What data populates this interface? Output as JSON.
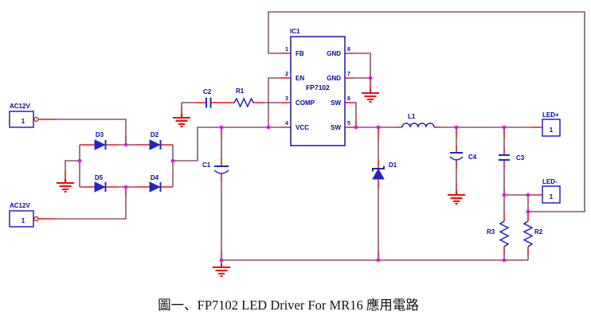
{
  "caption": "圖一、FP7102 LED Driver For MR16 應用電路",
  "colors": {
    "wire": "#7C2D4E",
    "pin_stub": "#FA0505",
    "component": "#2323CE",
    "label_text": "#0202CE",
    "junction": "#F400F4",
    "ground": "#FA0505",
    "caption": "#111111",
    "background": "#FFFFFF"
  },
  "ic": {
    "ref": "IC1",
    "part": "FP7102",
    "pins": {
      "p1": {
        "num": "1",
        "name": "FB"
      },
      "p2": {
        "num": "2",
        "name": "EN"
      },
      "p3": {
        "num": "3",
        "name": "COMP"
      },
      "p4": {
        "num": "4",
        "name": "VCC"
      },
      "p5": {
        "num": "5",
        "name": "SW"
      },
      "p6": {
        "num": "6",
        "name": "SW"
      },
      "p7": {
        "num": "7",
        "name": "GND"
      },
      "p8": {
        "num": "8",
        "name": "GND"
      }
    }
  },
  "connectors": {
    "ac1": {
      "label": "AC12V",
      "pin": "1"
    },
    "ac2": {
      "label": "AC12V",
      "pin": "1"
    },
    "led_plus": {
      "label": "LED+",
      "pin": "1"
    },
    "led_minus": {
      "label": "LED-",
      "pin": "1"
    }
  },
  "parts": {
    "d1": "D1",
    "d2": "D2",
    "d3": "D3",
    "d4": "D4",
    "d5": "D5",
    "c1": "C1",
    "c2": "C2",
    "c3": "C3",
    "c4": "C4",
    "r1": "R1",
    "r2": "R2",
    "r3": "R3",
    "l1": "L1"
  }
}
